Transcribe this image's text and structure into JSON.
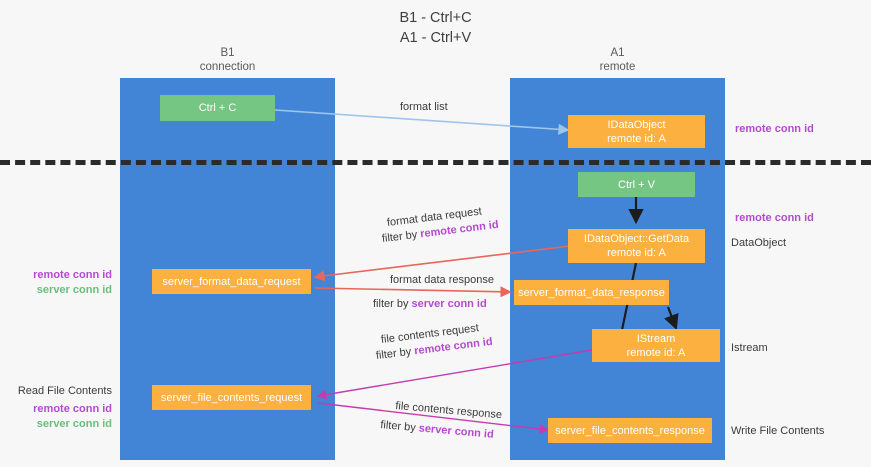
{
  "title": "B1 - Ctrl+C\nA1 - Ctrl+V",
  "colors": {
    "lane": "#4285d6",
    "node_orange": "#fbb040",
    "node_green": "#76c683",
    "highlight_purple": "#b44ad0",
    "highlight_green": "#6cbd7c",
    "arrow_blue": "#9fc5ea",
    "arrow_red": "#e8665a",
    "arrow_magenta": "#c63bb0",
    "arrow_black": "#1c1c1c",
    "divider": "#2b2b2b",
    "background": "#f7f7f7"
  },
  "columns": [
    {
      "name": "column-b1",
      "label": "B1\nconnection"
    },
    {
      "name": "column-a1",
      "label": "A1\nremote"
    }
  ],
  "nodes": [
    {
      "name": "node-ctrl-c",
      "label": "Ctrl + C",
      "style": "green"
    },
    {
      "name": "node-idataobject",
      "label": "IDataObject\nremote id: A",
      "style": "orange"
    },
    {
      "name": "node-ctrl-v",
      "label": "Ctrl + V",
      "style": "green"
    },
    {
      "name": "node-idataobject-getdata",
      "label": "IDataObject::GetData\nremote id: A",
      "style": "orange"
    },
    {
      "name": "node-server-format-data-request",
      "label": "server_format_data_request",
      "style": "orange"
    },
    {
      "name": "node-server-format-data-response",
      "label": "server_format_data_response",
      "style": "orange"
    },
    {
      "name": "node-istream",
      "label": "IStream\nremote id: A",
      "style": "orange"
    },
    {
      "name": "node-server-file-contents-request",
      "label": "server_file_contents_request",
      "style": "orange"
    },
    {
      "name": "node-server-file-contents-response",
      "label": "server_file_contents_response",
      "style": "orange"
    }
  ],
  "edge_labels": {
    "format_list": "format list",
    "format_data_request": "format data request",
    "format_data_request_filter_prefix": "filter by ",
    "format_data_request_filter_value": "remote conn id",
    "format_data_response": "format data response",
    "format_data_response_filter_prefix": "filter by ",
    "format_data_response_filter_value": "server conn id",
    "file_contents_request": "file contents request",
    "file_contents_request_filter_prefix": "filter by ",
    "file_contents_request_filter_value": "remote conn id",
    "file_contents_response": "file contents response",
    "file_contents_response_filter_prefix": "filter by ",
    "file_contents_response_filter_value": "server conn id"
  },
  "annotations": {
    "right_remote_conn_id_top": "remote conn id",
    "right_remote_conn_id_mid": "remote conn id",
    "right_dataobject": "DataObject",
    "right_istream": "Istream",
    "right_write_file_contents": "Write File Contents",
    "left_remote_conn_id": "remote conn id",
    "left_server_conn_id": "server conn id",
    "left_read_file_contents": "Read File Contents",
    "left_remote_conn_id_2": "remote conn id",
    "left_server_conn_id_2": "server conn id"
  }
}
